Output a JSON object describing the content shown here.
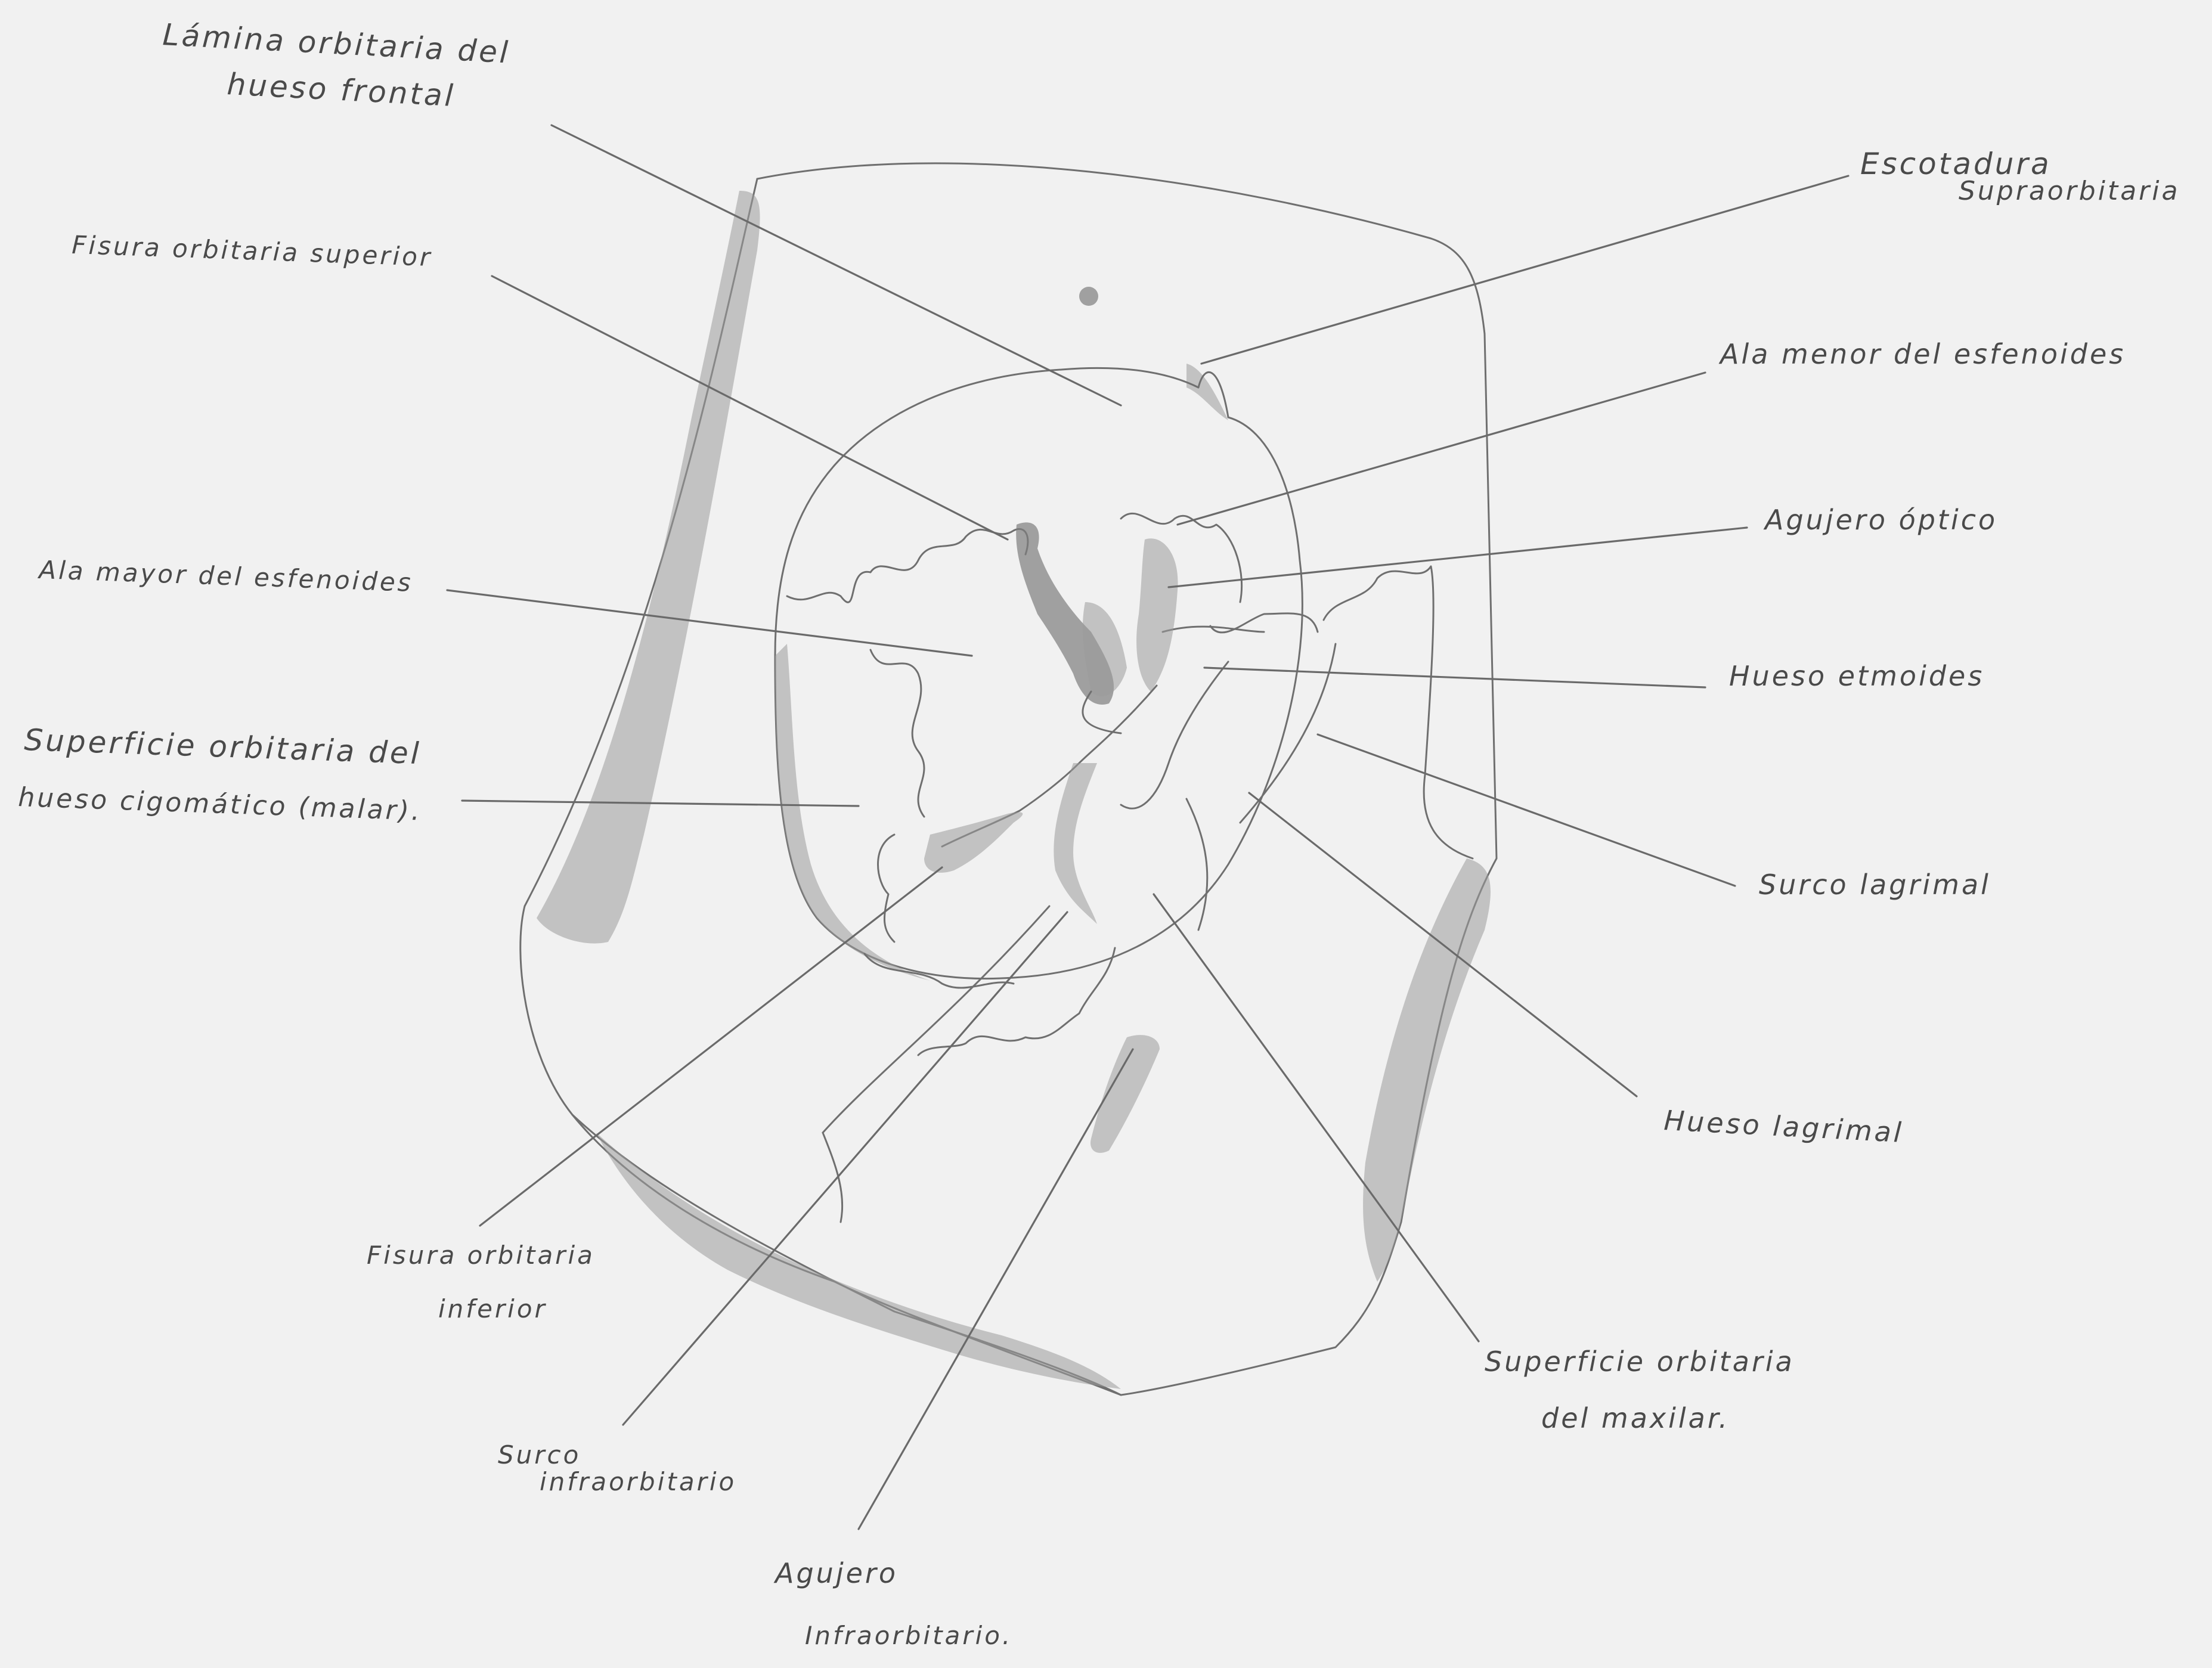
{
  "labels": {
    "lamina_frontal_1": "Lámina orbitaria del",
    "lamina_frontal_2": "hueso frontal",
    "escotadura_1": "Escotadura",
    "escotadura_2": "Supraorbitaria",
    "fisura_superior": "Fisura orbitaria superior",
    "ala_menor": "Ala menor del esfenoides",
    "agujero_optico": "Agujero óptico",
    "ala_mayor": "Ala mayor del esfenoides",
    "hueso_etmoides": "Hueso etmoides",
    "cigomatico_1": "Superficie orbitaria del",
    "cigomatico_2": "hueso cigomático (malar).",
    "surco_lagrimal": "Surco lagrimal",
    "hueso_lagrimal": "Hueso lagrimal",
    "fisura_inferior_1": "Fisura orbitaria",
    "fisura_inferior_2": "inferior",
    "maxilar_1": "Superficie orbitaria",
    "maxilar_2": "del maxilar.",
    "surco_infra_1": "Surco",
    "surco_infra_2": "infraorbitario",
    "agujero_infra_1": "Agujero",
    "agujero_infra_2": "Infraorbitario."
  }
}
